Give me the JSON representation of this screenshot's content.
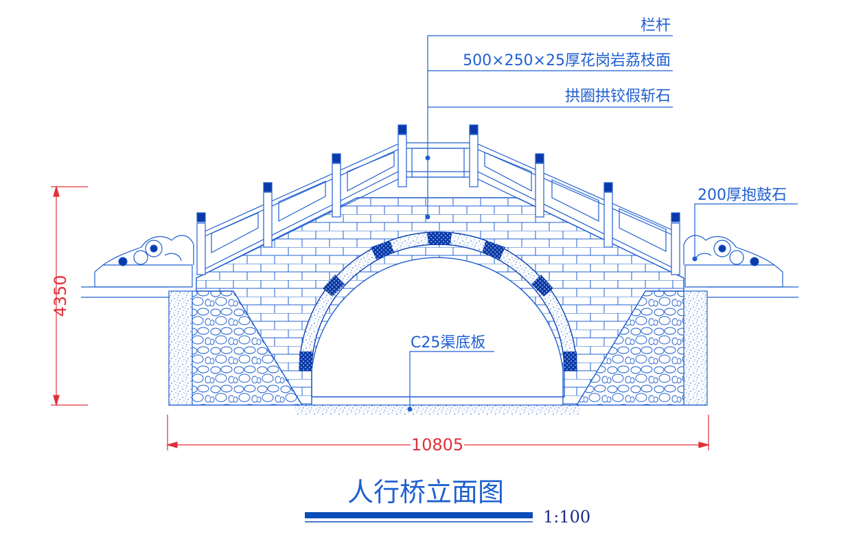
{
  "drawing": {
    "title": "人行桥立面图",
    "scale": "1:100",
    "callouts": {
      "railing": "栏杆",
      "paving": "500×250×25厚花岗岩荔枝面",
      "arch_stone": "拱圈拱铰假斩石",
      "drum_stone": "200厚抱鼓石",
      "channel_base": "C25渠底板"
    },
    "dimensions": {
      "height": "4350",
      "width": "10805"
    },
    "colors": {
      "line": "#1f5fd0",
      "dimension": "#e0303a",
      "dark": "#1a2a8a",
      "arch_block": "#0a3aa8"
    }
  }
}
